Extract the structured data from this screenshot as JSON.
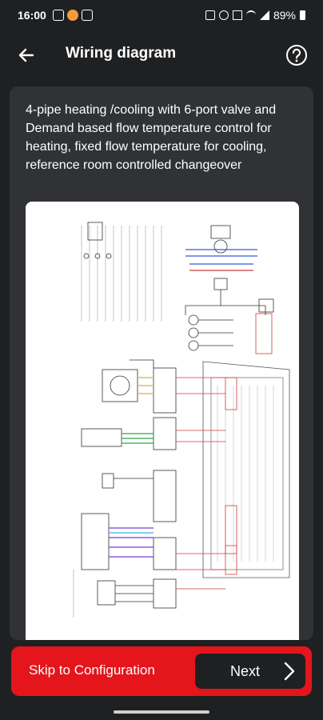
{
  "status": {
    "time": "16:00",
    "battery": "89%"
  },
  "header": {
    "title": "Wiring diagram"
  },
  "content": {
    "description": "4-pipe heating /cooling with 6-port valve and Demand based flow temperature control for heating, fixed flow temperature for cooling, reference room controlled changeover"
  },
  "footer": {
    "skip_label": "Skip to Configuration",
    "next_label": "Next"
  },
  "colors": {
    "background": "#1f2022",
    "card": "#303236",
    "accent": "#e4151b"
  },
  "icons": {
    "back": "arrow-left-icon",
    "help": "help-circle-icon",
    "next": "chevron-right-icon"
  }
}
